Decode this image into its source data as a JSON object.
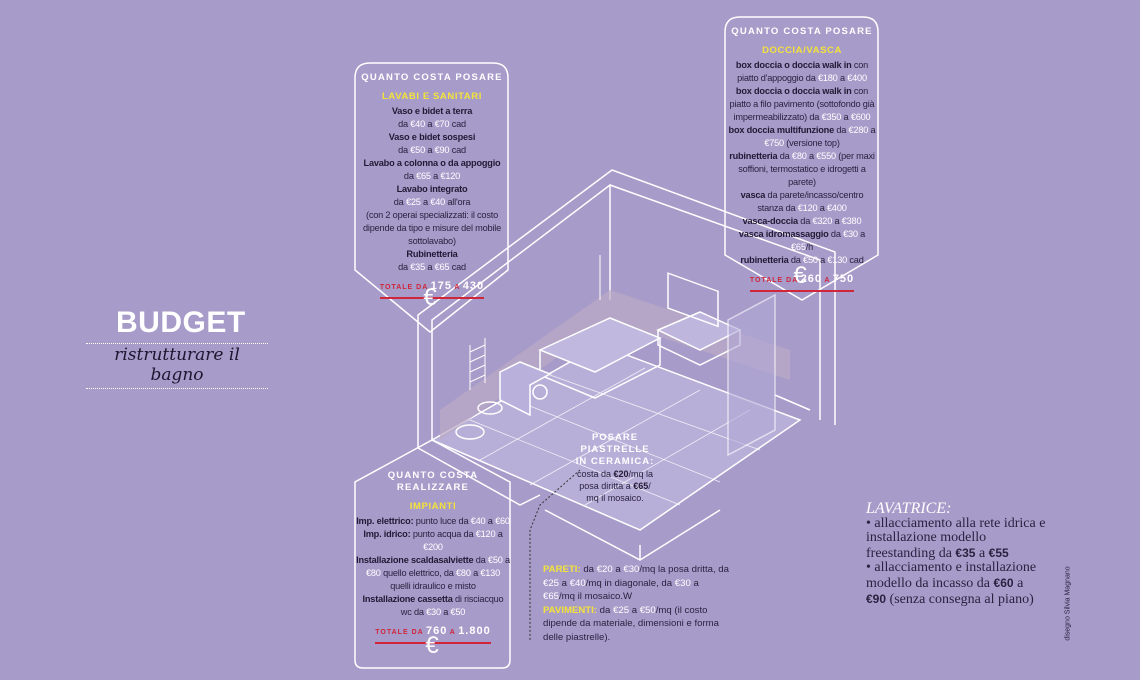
{
  "colors": {
    "background": "#a79bc9",
    "accent_yellow": "#f3e33a",
    "accent_red": "#d0263a",
    "price": "#ffffff"
  },
  "title": "BUDGET",
  "subtitle": "ristrutturare il bagno",
  "credit": "disegno Silvia Magnano",
  "box_sanitari": {
    "header": [
      "QUANTO COSTA POSARE"
    ],
    "section": "LAVABI E SANITARI",
    "lines": [
      [
        [
          "b",
          "Vaso e bidet a terra"
        ]
      ],
      [
        [
          "n",
          "da "
        ],
        [
          "p",
          "€40"
        ],
        [
          "n",
          " a "
        ],
        [
          "p",
          "€70"
        ],
        [
          "n",
          " cad"
        ]
      ],
      [
        [
          "b",
          "Vaso e bidet sospesi"
        ]
      ],
      [
        [
          "n",
          "da "
        ],
        [
          "p",
          "€50"
        ],
        [
          "n",
          " a "
        ],
        [
          "p",
          "€90"
        ],
        [
          "n",
          " cad"
        ]
      ],
      [
        [
          "b",
          "Lavabo a colonna o da appoggio"
        ]
      ],
      [
        [
          "n",
          "da "
        ],
        [
          "p",
          "€65"
        ],
        [
          "n",
          " a "
        ],
        [
          "p",
          "€120"
        ]
      ],
      [
        [
          "b",
          "Lavabo integrato"
        ]
      ],
      [
        [
          "n",
          "da "
        ],
        [
          "p",
          "€25"
        ],
        [
          "n",
          " a "
        ],
        [
          "p",
          "€40"
        ],
        [
          "n",
          " all'ora"
        ]
      ],
      [
        [
          "n",
          "(con 2 operai specializzati: il costo dipende da tipo e misure del mobile sottolavabo)"
        ]
      ],
      [
        [
          "b",
          "Rubinetteria"
        ]
      ],
      [
        [
          "n",
          "da "
        ],
        [
          "p",
          "€35"
        ],
        [
          "n",
          " a "
        ],
        [
          "p",
          "€65"
        ],
        [
          "n",
          " cad"
        ]
      ]
    ],
    "total_label": "TOTALE DA",
    "total_from": "175",
    "total_sep": "A",
    "total_to": "430",
    "icon": "€"
  },
  "box_doccia": {
    "header": [
      "QUANTO COSTA POSARE"
    ],
    "section": "DOCCIA/VASCA",
    "lines": [
      [
        [
          "b",
          "box doccia o doccia walk in"
        ],
        [
          "n",
          " con piatto d'appoggio da "
        ],
        [
          "p",
          "€180"
        ],
        [
          "n",
          " a "
        ],
        [
          "p",
          "€400"
        ]
      ],
      [
        [
          "b",
          "box doccia o doccia walk in"
        ],
        [
          "n",
          " con piatto a filo pavimento (sottofondo già impermeabilizzato) da "
        ],
        [
          "p",
          "€350"
        ],
        [
          "n",
          " a "
        ],
        [
          "p",
          "€600"
        ]
      ],
      [
        [
          "b",
          "box doccia multifunzione"
        ],
        [
          "n",
          " da "
        ],
        [
          "p",
          "€280"
        ],
        [
          "n",
          " a "
        ],
        [
          "p",
          "€750"
        ],
        [
          "n",
          " (versione top)"
        ]
      ],
      [
        [
          "b",
          "rubinetteria"
        ],
        [
          "n",
          " da "
        ],
        [
          "p",
          "€80"
        ],
        [
          "n",
          " a "
        ],
        [
          "p",
          "€550"
        ],
        [
          "n",
          " (per maxi soffioni, termostatico e idrogetti a parete)"
        ]
      ],
      [
        [
          "b",
          "vasca"
        ],
        [
          "n",
          " da parete/incasso/centro stanza da "
        ],
        [
          "p",
          "€120"
        ],
        [
          "n",
          " a "
        ],
        [
          "p",
          "€400"
        ]
      ],
      [
        [
          "b",
          "vasca-doccia"
        ],
        [
          "n",
          " da "
        ],
        [
          "p",
          "€320"
        ],
        [
          "n",
          " a "
        ],
        [
          "p",
          "€380"
        ]
      ],
      [
        [
          "b",
          "vasca idromassaggio"
        ],
        [
          "n",
          " da "
        ],
        [
          "p",
          "€30"
        ],
        [
          "n",
          " a "
        ],
        [
          "p",
          "€65"
        ],
        [
          "n",
          "/h"
        ]
      ],
      [
        [
          "b",
          "rubinetteria"
        ],
        [
          "n",
          " da "
        ],
        [
          "p",
          "€50"
        ],
        [
          "n",
          " a "
        ],
        [
          "p",
          "€130"
        ],
        [
          "n",
          " cad"
        ]
      ]
    ],
    "total_label": "TOTALE DA",
    "total_from": "260",
    "total_sep": "A",
    "total_to": "750",
    "icon": "€"
  },
  "box_impianti": {
    "header": [
      "QUANTO COSTA",
      "REALIZZARE"
    ],
    "section": "IMPIANTI",
    "lines": [
      [
        [
          "b",
          "Imp. elettrico:"
        ],
        [
          "n",
          " punto luce da "
        ],
        [
          "p",
          "€40"
        ],
        [
          "n",
          " a "
        ],
        [
          "p",
          "€60"
        ]
      ],
      [
        [
          "b",
          "Imp. idrico:"
        ],
        [
          "n",
          " punto acqua da "
        ],
        [
          "p",
          "€120"
        ],
        [
          "n",
          " a "
        ],
        [
          "p",
          "€200"
        ]
      ],
      [
        [
          "b",
          "Installazione scaldasalviette"
        ],
        [
          "n",
          " da "
        ],
        [
          "p",
          "€50"
        ],
        [
          "n",
          " a "
        ],
        [
          "p",
          "€80"
        ],
        [
          "n",
          " quello elettrico, da "
        ],
        [
          "p",
          "€80"
        ],
        [
          "n",
          " a "
        ],
        [
          "p",
          "€130"
        ],
        [
          "n",
          " quelli idraulico e misto"
        ]
      ],
      [
        [
          "b",
          "Installazione cassetta"
        ],
        [
          "n",
          " di risciacquo wc da "
        ],
        [
          "p",
          "€30"
        ],
        [
          "n",
          " a "
        ],
        [
          "p",
          "€50"
        ]
      ]
    ],
    "total_label": "TOTALE DA",
    "total_from": "760",
    "total_sep": "A",
    "total_to": "1.800",
    "icon": "€"
  },
  "tiles": {
    "title": "POSARE PIASTRELLE IN CERAMICA:",
    "lines": [
      [
        [
          "n",
          "costa da "
        ],
        [
          "b",
          "€20"
        ],
        [
          "n",
          "/mq la posa diritta a "
        ],
        [
          "b",
          "€65"
        ],
        [
          "n",
          "/ mq il mosaico."
        ]
      ]
    ]
  },
  "walls": {
    "lines": [
      [
        [
          "lab",
          "PARETI:"
        ],
        [
          "n",
          " da "
        ],
        [
          "p",
          "€20"
        ],
        [
          "n",
          " a "
        ],
        [
          "p",
          "€30"
        ],
        [
          "n",
          "/mq la posa dritta, da "
        ],
        [
          "p",
          "€25"
        ],
        [
          "n",
          " a "
        ],
        [
          "p",
          "€40"
        ],
        [
          "n",
          "/mq in diagonale, da "
        ],
        [
          "p",
          "€30"
        ],
        [
          "n",
          " a "
        ],
        [
          "p",
          "€65"
        ],
        [
          "n",
          "/mq il mosaico.W"
        ]
      ],
      [
        [
          "lab",
          "PAVIMENTI:"
        ],
        [
          "n",
          " da "
        ],
        [
          "p",
          "€25"
        ],
        [
          "n",
          " a "
        ],
        [
          "p",
          "€50"
        ],
        [
          "n",
          "/mq (il costo dipende da materiale, dimensioni e forma delle piastrelle)."
        ]
      ]
    ]
  },
  "lavatrice": {
    "title": "LAVATRICE:",
    "lines": [
      [
        [
          "n",
          "• allacciamento alla rete idrica e installazione modello freestanding da "
        ],
        [
          "pr",
          "€35"
        ],
        [
          "n",
          " a "
        ],
        [
          "pr",
          "€55"
        ]
      ],
      [
        [
          "n",
          "• allacciamento e installazione modello da incasso da "
        ],
        [
          "pr",
          "€60"
        ],
        [
          "n",
          " a "
        ],
        [
          "pr",
          "€90"
        ],
        [
          "n",
          " (senza consegna al piano)"
        ]
      ]
    ]
  }
}
